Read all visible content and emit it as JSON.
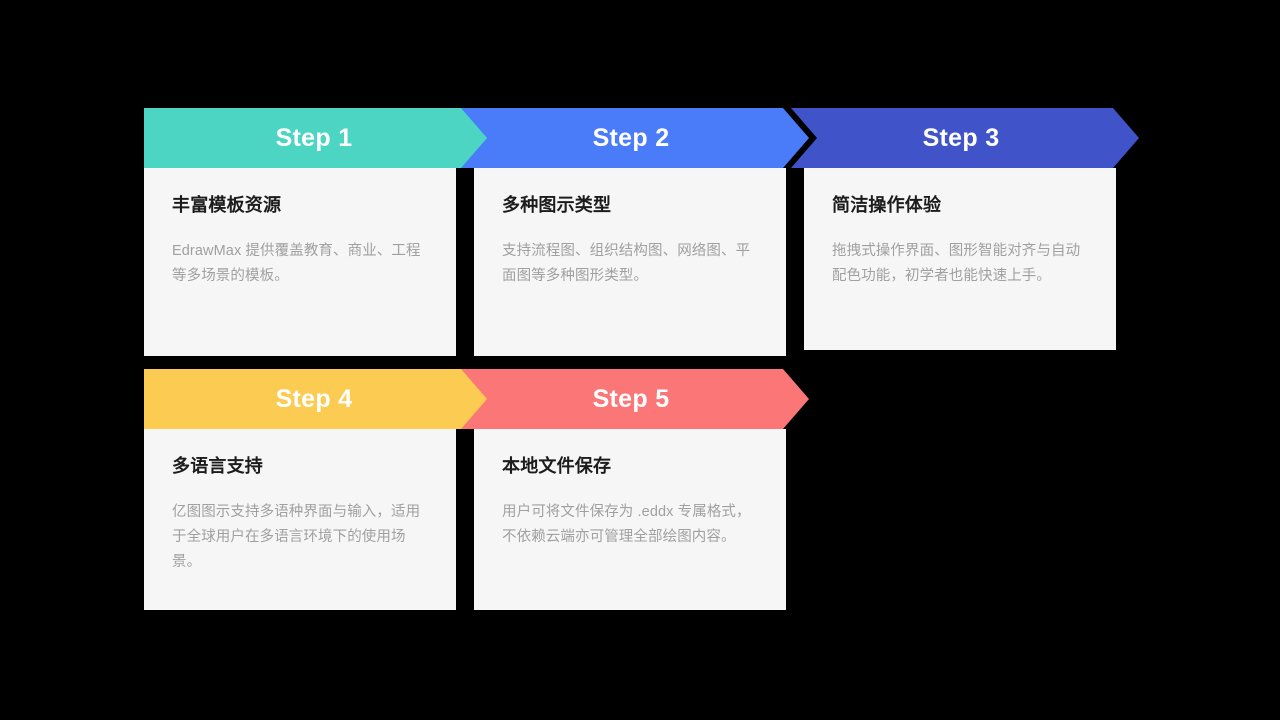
{
  "page": {
    "background": "#000000",
    "card_body_bg": "#f6f6f6",
    "title_color": "#1c1c1c",
    "desc_color": "#a0a0a0",
    "header_text_color": "#ffffff"
  },
  "cards": [
    {
      "step_label": "Step 1",
      "title": "丰富模板资源",
      "desc": "EdrawMax 提供覆盖教育、商业、工程等多场景的模板。",
      "color": "#4dd5c4"
    },
    {
      "step_label": "Step 2",
      "title": "多种图示类型",
      "desc": "支持流程图、组织结构图、网络图、平面图等多种图形类型。",
      "color": "#4a7cfa"
    },
    {
      "step_label": "Step 3",
      "title": "简洁操作体验",
      "desc": "拖拽式操作界面、图形智能对齐与自动配色功能，初学者也能快速上手。",
      "color": "#4053c8"
    },
    {
      "step_label": "Step 4",
      "title": "多语言支持",
      "desc": "亿图图示支持多语种界面与输入，适用于全球用户在多语言环境下的使用场景。",
      "color": "#fccb52"
    },
    {
      "step_label": "Step 5",
      "title": "本地文件保存",
      "desc": "用户可将文件保存为 .eddx 专属格式，不依赖云端亦可管理全部绘图内容。",
      "color": "#fb7777"
    }
  ]
}
